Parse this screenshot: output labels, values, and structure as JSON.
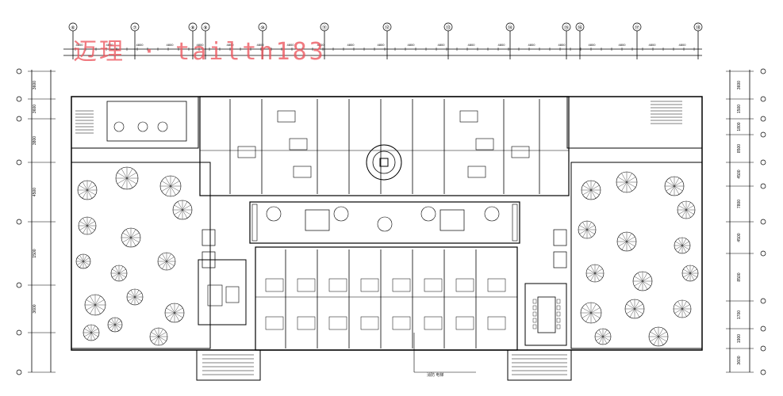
{
  "watermark": "迈理 · tailtn183",
  "grid_axes": {
    "top": [
      "⑥",
      "⑦",
      "⑧",
      "⑨",
      "⑩",
      "⑪",
      "⑫",
      "⑬",
      "⑭",
      "⑮",
      "⑯",
      "⑰",
      "⑱"
    ]
  },
  "dimensions": {
    "right": [
      "3600",
      "1500",
      "1800",
      "8500",
      "4500",
      "7800",
      "4500",
      "8500",
      "1700",
      "1900",
      "3600"
    ],
    "left": [
      "3600",
      "3600",
      "3800",
      "4500",
      "1500",
      "3600"
    ]
  },
  "note": "消防 电梯",
  "colors": {
    "line": "#000000",
    "watermark": "#ec545c"
  }
}
